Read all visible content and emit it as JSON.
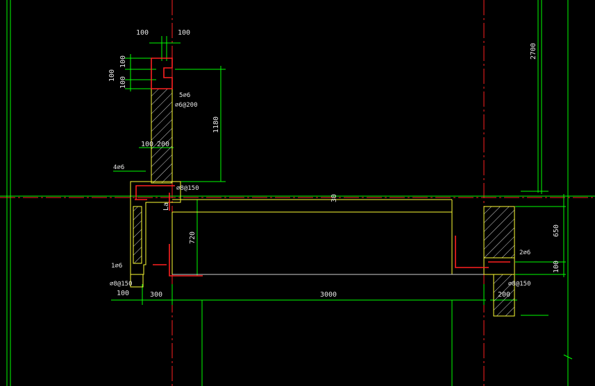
{
  "drawing": {
    "colors": {
      "background": "#000000",
      "dimension": "#00ff00",
      "outline": "#ffff33",
      "centerline": "#ff0000",
      "rebar": "#ff2020",
      "hatch": "#ffffff",
      "text": "#e6e6e6"
    },
    "dimensions": {
      "top_width_left": "100",
      "top_width_right": "100",
      "top_h1": "100",
      "top_h2": "100",
      "top_h3": "100",
      "height_1180": "1180",
      "wall_100": "100",
      "wall_200": "200",
      "height_2700": "2700",
      "gap_30": "30",
      "depth_720": "720",
      "la": "La",
      "right_650": "650",
      "right_100": "100",
      "bottom_100": "100",
      "bottom_300": "300",
      "span_3000": "3000",
      "bottom_200": "200"
    },
    "rebar_notes": {
      "top_bars": "5⌀6",
      "top_stirrup": "⌀6@200",
      "left_bars": "4⌀6",
      "left_stirrup": "⌀8@150",
      "lower_left_bars": "1⌀6",
      "lower_left_stirrup": "⌀8@150",
      "right_bars": "2⌀6",
      "right_stirrup": "⌀8@150"
    }
  }
}
